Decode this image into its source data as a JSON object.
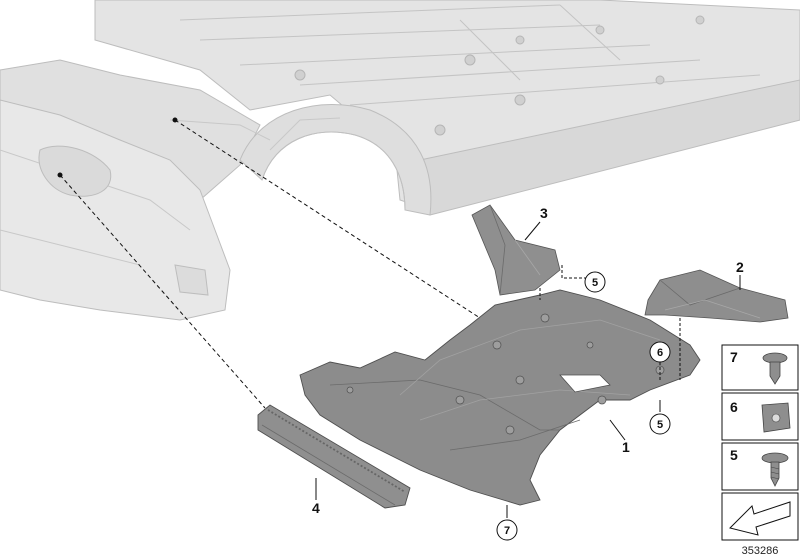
{
  "diagram": {
    "callouts": {
      "part_1": "1",
      "part_2": "2",
      "part_3": "3",
      "part_4": "4"
    },
    "circled": {
      "a": "5",
      "b": "6",
      "c": "5",
      "d": "7"
    },
    "legend": [
      "7",
      "6",
      "5"
    ],
    "diagram_number": "353286",
    "colors": {
      "car_body": "#e2e2e2",
      "car_outline": "#b8b8b8",
      "part_fill": "#8e8e8e",
      "part_dark": "#6a6a6a",
      "line": "#111111"
    }
  }
}
